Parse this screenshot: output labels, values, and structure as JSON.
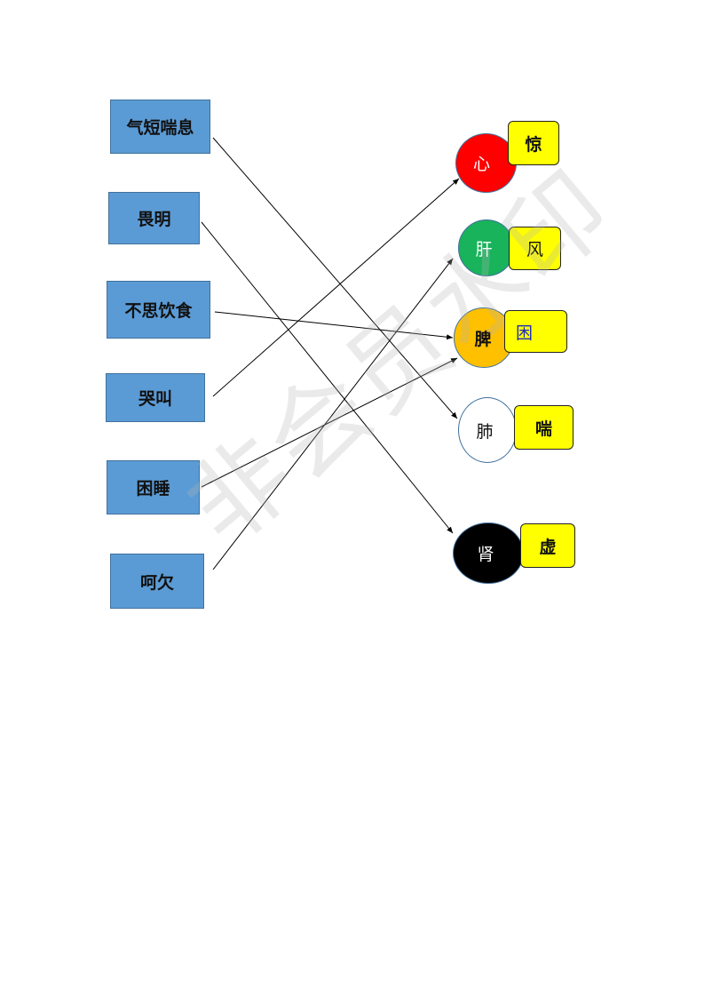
{
  "symptoms": {
    "s1": "气短喘息",
    "s2": "畏明",
    "s3": "不思饮食",
    "s4": "哭叫",
    "s5": "困睡",
    "s6": "呵欠"
  },
  "organs": {
    "heart": {
      "label": "心",
      "tag": "惊",
      "color": "#ff0000"
    },
    "liver": {
      "label": "肝",
      "tag": "风",
      "color": "#18b35a"
    },
    "spleen": {
      "label": "脾",
      "tag": "困",
      "color": "#ffc000"
    },
    "lung": {
      "label": "肺",
      "tag": "喘",
      "color": "#ffffff"
    },
    "kidney": {
      "label": "肾",
      "tag": "虚",
      "color": "#000000"
    }
  },
  "connections": [
    {
      "from": "气短喘息",
      "to": "肺"
    },
    {
      "from": "畏明",
      "to": "肾"
    },
    {
      "from": "不思饮食",
      "to": "脾"
    },
    {
      "from": "哭叫",
      "to": "心"
    },
    {
      "from": "困睡",
      "to": "脾"
    },
    {
      "from": "呵欠",
      "to": "肝"
    }
  ],
  "watermark": "非会员水印"
}
